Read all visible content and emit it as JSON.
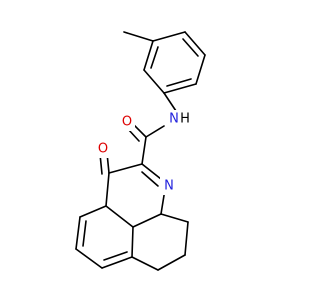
{
  "molecule": {
    "atoms": {
      "amide_nitrogen": {
        "symbol": "N",
        "hydrogen": "H",
        "color": "#2222dd"
      },
      "amide_oxygen": {
        "symbol": "O",
        "color": "#dd0000"
      },
      "ketone_oxygen": {
        "symbol": "O",
        "color": "#dd0000"
      },
      "ring_nitrogen": {
        "symbol": "N",
        "color": "#2222dd"
      }
    }
  }
}
